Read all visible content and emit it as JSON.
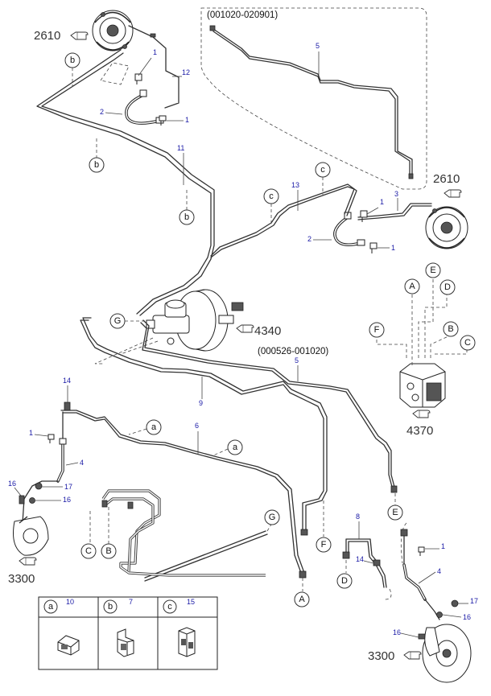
{
  "notes": {
    "top_range": "(001020-020901)",
    "mid_range": "(000526-001020)"
  },
  "refs": {
    "r2610_left": "2610",
    "r2610_right": "2610",
    "r4340": "4340",
    "r4370": "4370",
    "r3300_left": "3300",
    "r3300_right": "3300"
  },
  "part_numbers": {
    "p1_a": "1",
    "p1_b": "1",
    "p1_c": "1",
    "p1_d": "1",
    "p1_e": "1",
    "p1_f": "1",
    "p2_a": "2",
    "p2_b": "2",
    "p3": "3",
    "p4_a": "4",
    "p4_b": "4",
    "p5_a": "5",
    "p5_b": "5",
    "p6": "6",
    "p8": "8",
    "p9": "9",
    "p11": "11",
    "p12": "12",
    "p13": "13",
    "p14_a": "14",
    "p14_b": "14",
    "p16_a": "16",
    "p16_b": "16",
    "p16_c": "16",
    "p16_d": "16",
    "p17_a": "17",
    "p17_b": "17"
  },
  "callouts": {
    "b1": "b",
    "b2": "b",
    "b3": "b",
    "c1": "c",
    "c2": "c",
    "a1": "a",
    "a2": "a",
    "G1": "G",
    "G2": "G",
    "A1": "A",
    "A2": "A",
    "B1": "B",
    "B2": "B",
    "C1": "C",
    "C2": "C",
    "D1": "D",
    "D2": "D",
    "E1": "E",
    "E2": "E",
    "F1": "F",
    "F2": "F"
  },
  "clip_legend": [
    {
      "letter": "a",
      "part": "10"
    },
    {
      "letter": "b",
      "part": "7"
    },
    {
      "letter": "c",
      "part": "15"
    }
  ],
  "icons": {
    "pointer": "pointer-hand-icon",
    "clip": "clip-icon"
  }
}
